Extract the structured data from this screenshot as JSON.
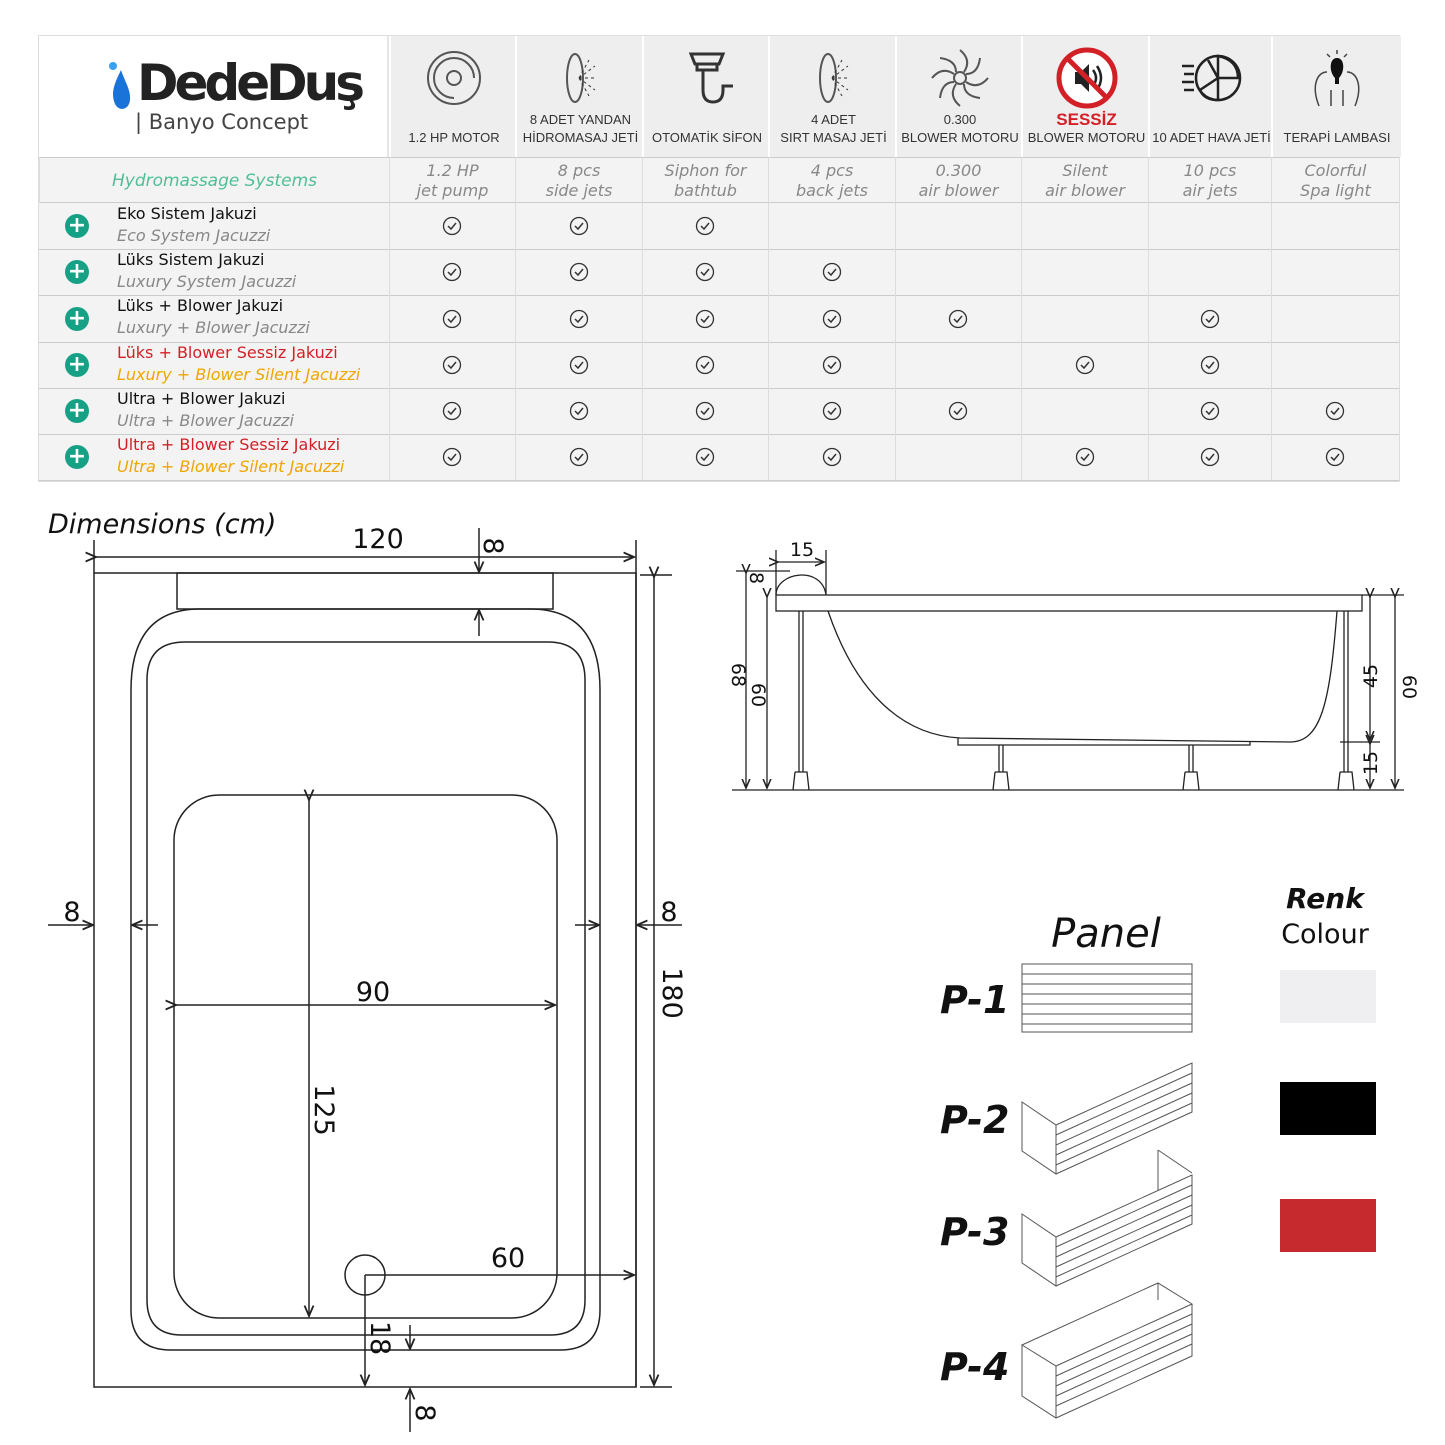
{
  "logo": {
    "brand": "DedeDuş",
    "tagline": "| Banyo Concept"
  },
  "section_label": "Hydromassage Systems",
  "features": [
    {
      "icon": "jet-pump-icon",
      "tr": "1.2 HP MOTOR",
      "en1": "1.2 HP",
      "en2": "jet pump"
    },
    {
      "icon": "side-jet-icon",
      "tr": "8 ADET YANDAN\nHİDROMASAJ JETİ",
      "en1": "8 pcs",
      "en2": "side jets"
    },
    {
      "icon": "siphon-icon",
      "tr": "OTOMATİK SİFON",
      "en1": "Siphon for",
      "en2": "bathtub"
    },
    {
      "icon": "back-jet-icon",
      "tr": "4 ADET\nSIRT MASAJ JETİ",
      "en1": "4 pcs",
      "en2": "back jets"
    },
    {
      "icon": "blower-icon",
      "tr": "0.300\nBLOWER MOTORU",
      "en1": "0.300",
      "en2": "air blower"
    },
    {
      "icon": "mute-speaker-icon",
      "tr_red": "SESSİZ",
      "tr": "BLOWER MOTORU",
      "en1": "Silent",
      "en2": "air blower"
    },
    {
      "icon": "air-jet-fan-icon",
      "tr": "10 ADET HAVA JETİ",
      "en1": "10 pcs",
      "en2": "air jets"
    },
    {
      "icon": "therapy-lamp-icon",
      "tr": "TERAPİ LAMBASI",
      "en1": "Colorful",
      "en2": "Spa light"
    }
  ],
  "systems": [
    {
      "tr": "Eko Sistem Jakuzi",
      "en": "Eco System Jacuzzi",
      "highlight": false,
      "checks": [
        1,
        1,
        1,
        0,
        0,
        0,
        0,
        0
      ]
    },
    {
      "tr": "Lüks Sistem Jakuzi",
      "en": "Luxury System Jacuzzi",
      "highlight": false,
      "checks": [
        1,
        1,
        1,
        1,
        0,
        0,
        0,
        0
      ]
    },
    {
      "tr": "Lüks + Blower Jakuzi",
      "en": "Luxury + Blower Jacuzzi",
      "highlight": false,
      "checks": [
        1,
        1,
        1,
        1,
        1,
        0,
        1,
        0
      ]
    },
    {
      "tr": "Lüks + Blower Sessiz Jakuzi",
      "en": "Luxury + Blower Silent Jacuzzi",
      "highlight": true,
      "checks": [
        1,
        1,
        1,
        1,
        0,
        1,
        1,
        0
      ]
    },
    {
      "tr": "Ultra + Blower Jakuzi",
      "en": "Ultra + Blower Jacuzzi",
      "highlight": false,
      "checks": [
        1,
        1,
        1,
        1,
        1,
        0,
        1,
        1
      ]
    },
    {
      "tr": "Ultra + Blower Sessiz Jakuzi",
      "en": "Ultra + Blower Silent Jacuzzi",
      "highlight": true,
      "checks": [
        1,
        1,
        1,
        1,
        0,
        1,
        1,
        1
      ]
    }
  ],
  "colors": {
    "accent": "#16a085",
    "highlight_tr": "#d32027",
    "highlight_en": "#f0a500"
  },
  "dimensions": {
    "title": "Dimensions (cm)",
    "top": {
      "width": "120",
      "rim_top": "8",
      "left": "8",
      "right": "8",
      "length": "180",
      "inner_width": "90",
      "inner_length": "125",
      "drain_x": "60",
      "drain_y": "18",
      "rim_bottom": "8"
    },
    "side": {
      "headrest": "15",
      "rim": "8",
      "total_height": "68",
      "height": "60",
      "depth": "45",
      "leg": "15",
      "right_height": "60"
    }
  },
  "panels": {
    "title": "Panel",
    "items": [
      "P-1",
      "P-2",
      "P-3",
      "P-4"
    ]
  },
  "colour_options": {
    "title_tr": "Renk",
    "title_en": "Colour",
    "swatches": [
      "#efeff1",
      "#000000",
      "#c62a2f"
    ]
  }
}
